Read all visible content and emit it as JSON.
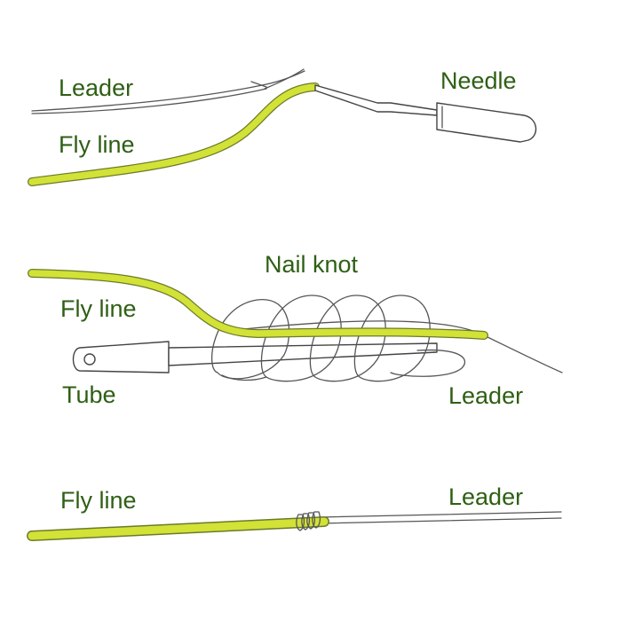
{
  "colors": {
    "fly_line": "#d2e236",
    "fly_line_outline": "#6b7a2a",
    "label_text": "#2e5f14",
    "leader": "#555555"
  },
  "panels": [
    {
      "name": "step-1-needle-insertion",
      "labels": {
        "leader": "Leader",
        "fly_line": "Fly line",
        "needle": "Needle"
      }
    },
    {
      "name": "step-2-nail-knot-tying",
      "labels": {
        "nail_knot": "Nail knot",
        "fly_line": "Fly line",
        "tube": "Tube",
        "leader": "Leader"
      }
    },
    {
      "name": "step-3-finished-knot",
      "labels": {
        "fly_line": "Fly line",
        "leader": "Leader"
      }
    }
  ]
}
